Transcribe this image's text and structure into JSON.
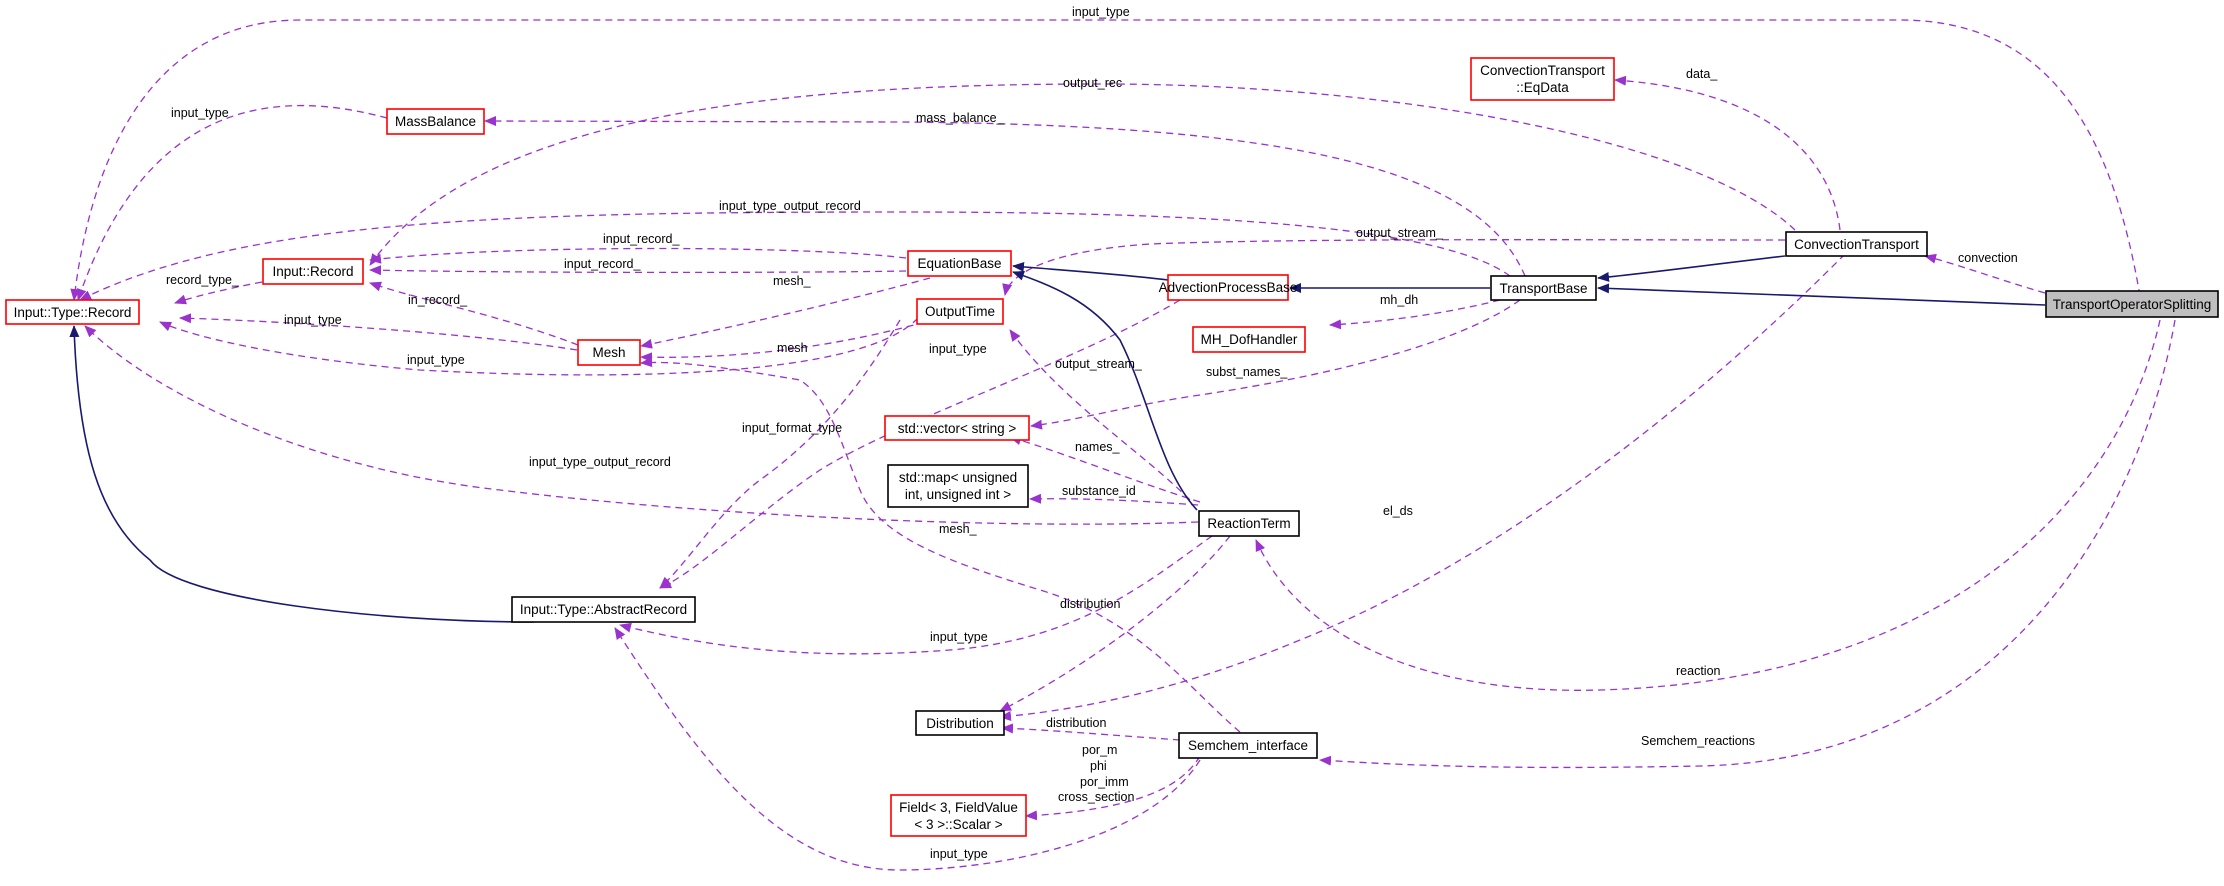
{
  "colors": {
    "dependency": "#9a32cd",
    "inheritance": "#191970",
    "border_normal": "#000000",
    "border_truncated": "#ff0000",
    "focus_fill": "#bfbfbf",
    "node_fill": "#ffffff",
    "text": "#000000"
  },
  "nodes": {
    "input_type_record": {
      "label": "Input::Type::Record",
      "border": "red"
    },
    "mass_balance": {
      "label": "MassBalance",
      "border": "red"
    },
    "convection_eqdata": {
      "lines": [
        "ConvectionTransport",
        "::EqData"
      ],
      "border": "red"
    },
    "convection_transport": {
      "label": "ConvectionTransport",
      "border": "black"
    },
    "input_record": {
      "label": "Input::Record",
      "border": "red"
    },
    "equation_base": {
      "label": "EquationBase",
      "border": "red"
    },
    "output_time": {
      "label": "OutputTime",
      "border": "red"
    },
    "advection_process_base": {
      "label": "AdvectionProcessBase",
      "border": "red"
    },
    "transport_base": {
      "label": "TransportBase",
      "border": "black"
    },
    "transport_operator_splitting": {
      "label": "TransportOperatorSplitting",
      "border": "black",
      "focus": true
    },
    "mh_dof_handler": {
      "label": "MH_DofHandler",
      "border": "red"
    },
    "mesh": {
      "label": "Mesh",
      "border": "red"
    },
    "std_vector_string": {
      "label": "std::vector< string >",
      "border": "red"
    },
    "std_map": {
      "lines": [
        "std::map< unsigned",
        "int, unsigned int >"
      ],
      "border": "black"
    },
    "reaction_term": {
      "label": "ReactionTerm",
      "border": "black"
    },
    "abstract_record": {
      "label": "Input::Type::AbstractRecord",
      "border": "black"
    },
    "distribution": {
      "label": "Distribution",
      "border": "black"
    },
    "semchem_interface": {
      "label": "Semchem_interface",
      "border": "black"
    },
    "field_scalar": {
      "lines": [
        "Field< 3, FieldValue",
        "< 3 >::Scalar >"
      ],
      "border": "red"
    }
  },
  "edge_labels": {
    "top_input_type": "input_type",
    "mb_input_type": "input_type",
    "output_rec": "output_rec",
    "data": "data_",
    "mass_balance": "mass_balance_",
    "input_type_output_record_top": "input_type_output_record",
    "input_record_a": "input_record_",
    "output_stream_top": "output_stream_",
    "convection": "convection",
    "record_type": "record_type_",
    "input_record_b": "input_record_",
    "mesh_a": "mesh_",
    "mh_dh": "mh_dh",
    "in_record": "in_record_",
    "it_input_type": "input_type",
    "mesh_b": "mesh",
    "input_type_ot": "input_type",
    "mesh_input_type": "input_type",
    "output_stream_b": "output_stream_",
    "subst_names": "subst_names_",
    "input_format_type": "input_format_type",
    "names": "names_",
    "input_type_output_record_b": "input_type_output_record",
    "el_ds": "el_ds",
    "substance_id": "substance_id",
    "mesh_c": "mesh_",
    "distribution_a": "distribution",
    "input_type_rt": "input_type",
    "reaction": "reaction",
    "distribution_b": "distribution",
    "semchem_reactions": "Semchem_reactions",
    "por_m": "por_m",
    "phi": "phi",
    "por_imm": "por_imm",
    "cross_section": "cross_section",
    "input_type_sc": "input_type"
  }
}
